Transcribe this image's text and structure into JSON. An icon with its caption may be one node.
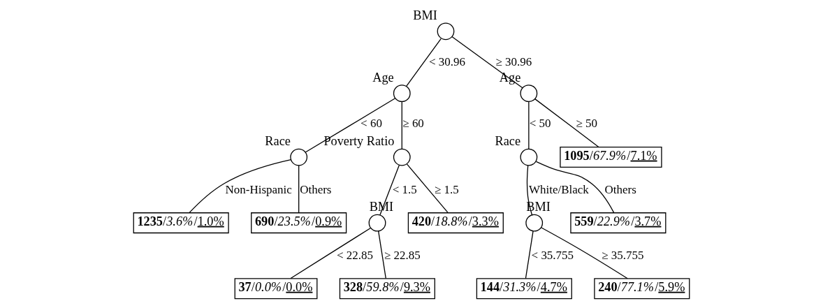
{
  "diagram": {
    "nodes": [
      {
        "text": [
          "BMI"
        ]
      },
      {
        "text": [
          "Age"
        ]
      },
      {
        "text": [
          "Age"
        ]
      },
      {
        "text": [
          "Race"
        ]
      },
      {
        "text": [
          "Poverty Ratio"
        ]
      },
      {
        "text": [
          "Race"
        ]
      },
      {
        "text": [
          "1095/67.9%/7.1%"
        ]
      },
      {
        "text": [
          "1235/3.6%/1.0%"
        ]
      },
      {
        "text": [
          "690/23.5%/0.9%"
        ]
      },
      {
        "text": [
          "BMI"
        ]
      },
      {
        "text": [
          "420/18.8%/3.3%"
        ]
      },
      {
        "text": [
          "BMI"
        ]
      },
      {
        "text": [
          "559/22.9%/3.7%"
        ]
      },
      {
        "text": [
          "37/0.0%/0.0%"
        ]
      },
      {
        "text": [
          "328/59.8%/9.3%"
        ]
      },
      {
        "text": [
          "144/31.3%/4.7%"
        ]
      },
      {
        "text": [
          "240/77.1%/5.9%"
        ]
      }
    ],
    "edges": [
      {
        "from": 0,
        "to": 1,
        "arrow": "none",
        "label": "< 30.96"
      },
      {
        "from": 0,
        "to": 2,
        "arrow": "none",
        "label": "≥ 30.96"
      },
      {
        "from": 1,
        "to": 3,
        "arrow": "none",
        "label": "< 60"
      },
      {
        "from": 1,
        "to": 4,
        "arrow": "none",
        "label": "≥ 60"
      },
      {
        "from": 2,
        "to": 5,
        "arrow": "none",
        "label": "< 50"
      },
      {
        "from": 2,
        "to": 6,
        "arrow": "none",
        "label": "≥ 50"
      },
      {
        "from": 3,
        "to": 7,
        "arrow": "none",
        "label": "Non-Hispanic"
      },
      {
        "from": 3,
        "to": 8,
        "arrow": "none",
        "label": "Others"
      },
      {
        "from": 4,
        "to": 9,
        "arrow": "none",
        "label": "< 1.5"
      },
      {
        "from": 4,
        "to": 10,
        "arrow": "none",
        "label": "≥ 1.5"
      },
      {
        "from": 5,
        "to": 11,
        "arrow": "none",
        "label": "White/Black"
      },
      {
        "from": 5,
        "to": 12,
        "arrow": "none",
        "label": "Others"
      },
      {
        "from": 9,
        "to": 13,
        "arrow": "none",
        "label": "< 22.85"
      },
      {
        "from": 9,
        "to": 14,
        "arrow": "none",
        "label": "≥ 22.85"
      },
      {
        "from": 11,
        "to": 15,
        "arrow": "none",
        "label": "< 35.755"
      },
      {
        "from": 11,
        "to": 16,
        "arrow": "none",
        "label": "≥ 35.755"
      }
    ]
  }
}
